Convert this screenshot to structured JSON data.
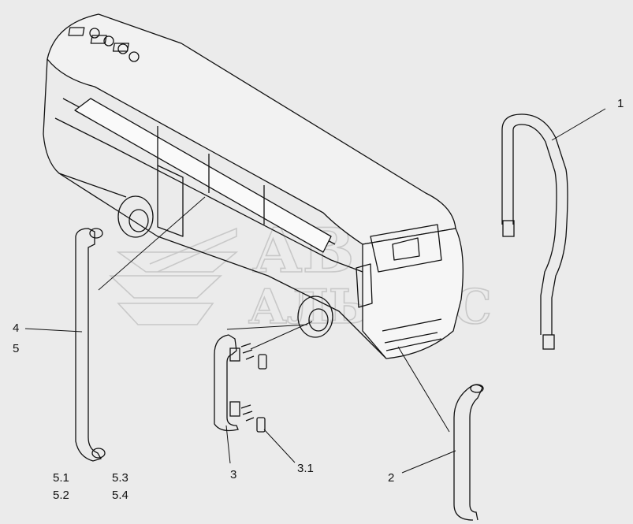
{
  "watermark": {
    "line1": "АВТО",
    "line2": "АЛЬЯНС"
  },
  "callouts": {
    "c1": "1",
    "c2": "2",
    "c3": "3",
    "c3_1": "3.1",
    "c4": "4",
    "c5": "5",
    "c5_1": "5.1",
    "c5_2": "5.2",
    "c5_3": "5.3",
    "c5_4": "5.4"
  },
  "colors": {
    "background": "#ebebeb",
    "line": "#111111",
    "watermark": "#c8c8c8"
  }
}
